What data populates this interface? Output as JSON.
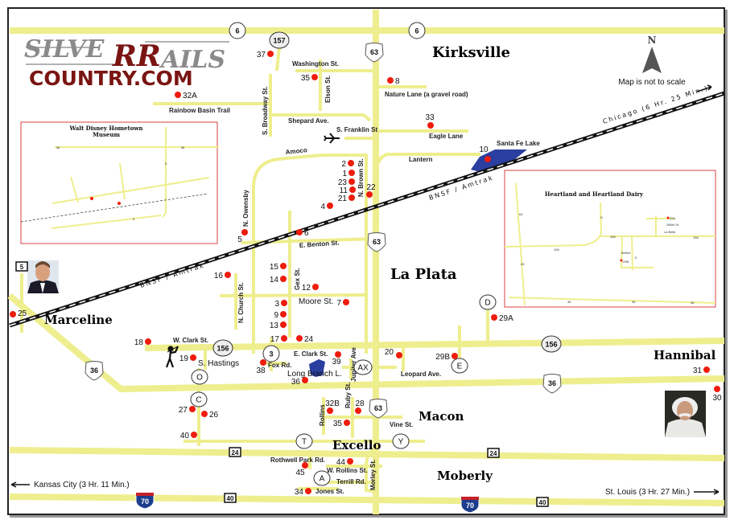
{
  "logo": {
    "part1": "SILVE",
    "part2": "RR",
    "part3": "AILS",
    "line2": "COUNTRY.COM"
  },
  "compass": {
    "letter": "N",
    "note": "Map is not to scale"
  },
  "towns": {
    "kirksville": "Kirksville",
    "la_plata": "La Plata",
    "marceline": "Marceline",
    "hannibal": "Hannibal",
    "macon": "Macon",
    "excello": "Excello",
    "moberly": "Moberly"
  },
  "streets": {
    "washington": "Washington St.",
    "elson": "Elson St.",
    "broadway": "S. Broadway St.",
    "rainbow": "Rainbow Basin Trail",
    "shepard": "Shepard Ave.",
    "franklin": "S. Franklin St",
    "nature": "Nature Lane (a gravel road)",
    "eagle": "Eagle Lane",
    "lantern": "Lantern",
    "amoco": "Amoco",
    "brown": "N. Brown St.",
    "owensby": "N. Owensby",
    "benton": "E. Benton St.",
    "gex": "Gex St.",
    "moore": "Moore St.",
    "church": "N. Church St.",
    "w_clark": "W. Clark St.",
    "e_clark": "E. Clark St.",
    "hastings": "S. Hastings",
    "fox": "Fox Rd.",
    "jupiter": "Jupiter Ave",
    "leopard": "Leopard Ave.",
    "rollins": "Rollins",
    "ruby": "Ruby St.",
    "vine": "Vine St.",
    "rothwell": "Rothwell Park Rd.",
    "w_rollins": "W. Rollins St.",
    "terrill": "Terrill Rd.",
    "jones": "Jones St.",
    "morley": "Morley St."
  },
  "railroad_label": "BNSF / Amtrak",
  "directions": {
    "chicago": "Chicago (6 Hr. 25 Min.)",
    "kansas_city": "Kansas City (3 Hr. 11 Min.)",
    "st_louis": "St. Louis (3 Hr. 27 Min.)"
  },
  "lakes": {
    "santa_fe": "Santa Fe Lake",
    "long_branch": "Long Branch L."
  },
  "markers": [
    "37",
    "35",
    "8",
    "32A",
    "33",
    "10",
    "2",
    "1",
    "23",
    "11",
    "21",
    "22",
    "4",
    "5",
    "6",
    "15",
    "14",
    "12",
    "16",
    "3",
    "7",
    "9",
    "13",
    "17",
    "24",
    "18",
    "19",
    "39",
    "38",
    "36",
    "20",
    "29B",
    "29A",
    "31",
    "30",
    "27",
    "26",
    "32B",
    "28",
    "35",
    "40",
    "44",
    "45",
    "34",
    "25"
  ],
  "route_shields": [
    {
      "label": "6",
      "type": "state-route"
    },
    {
      "label": "6",
      "type": "state-route"
    },
    {
      "label": "157",
      "type": "state-route"
    },
    {
      "label": "63",
      "type": "us-highway"
    },
    {
      "label": "63",
      "type": "us-highway"
    },
    {
      "label": "63",
      "type": "us-highway"
    },
    {
      "label": "156",
      "type": "state-route"
    },
    {
      "label": "156",
      "type": "state-route"
    },
    {
      "label": "36",
      "type": "us-highway"
    },
    {
      "label": "36",
      "type": "us-highway"
    },
    {
      "label": "3",
      "type": "state-route"
    },
    {
      "label": "O",
      "type": "county-road"
    },
    {
      "label": "C",
      "type": "county-road"
    },
    {
      "label": "AX",
      "type": "county-road"
    },
    {
      "label": "E",
      "type": "county-road"
    },
    {
      "label": "D",
      "type": "county-road"
    },
    {
      "label": "T",
      "type": "county-road"
    },
    {
      "label": "Y",
      "type": "county-road"
    },
    {
      "label": "A",
      "type": "county-road"
    },
    {
      "label": "24",
      "type": "us-highway-small"
    },
    {
      "label": "24",
      "type": "us-highway-small"
    },
    {
      "label": "40",
      "type": "us-highway-small"
    },
    {
      "label": "40",
      "type": "us-highway-small"
    },
    {
      "label": "70",
      "type": "interstate"
    },
    {
      "label": "70",
      "type": "interstate"
    },
    {
      "label": "5",
      "type": "us-highway-small"
    }
  ],
  "insets": {
    "disney": {
      "title_1": "Walt Disney Hometown",
      "title_2": "Museum",
      "labels": [
        "36",
        "36",
        "5",
        "5"
      ]
    },
    "heartland": {
      "title": "Heartland and Heartland Dairy",
      "labels": [
        "63",
        "63",
        "156",
        "156",
        "156",
        "36",
        "36",
        "36",
        "D",
        "E",
        "29A",
        "29B",
        "La Belle",
        "Bethel",
        "266th St."
      ]
    }
  },
  "icons": {
    "airport": "airplane-icon",
    "golf": "golfer-icon",
    "compass": "north-arrow-icon",
    "walt_disney": "walt-disney-portrait",
    "mark_twain": "mark-twain-portrait"
  },
  "colors": {
    "road": "#eeee8e",
    "marker": "#ee1c0c",
    "lake": "#2a3fa0",
    "inset_border": "#e06060",
    "logo_red": "#7a1512",
    "logo_gray": "#8a8a8a"
  }
}
